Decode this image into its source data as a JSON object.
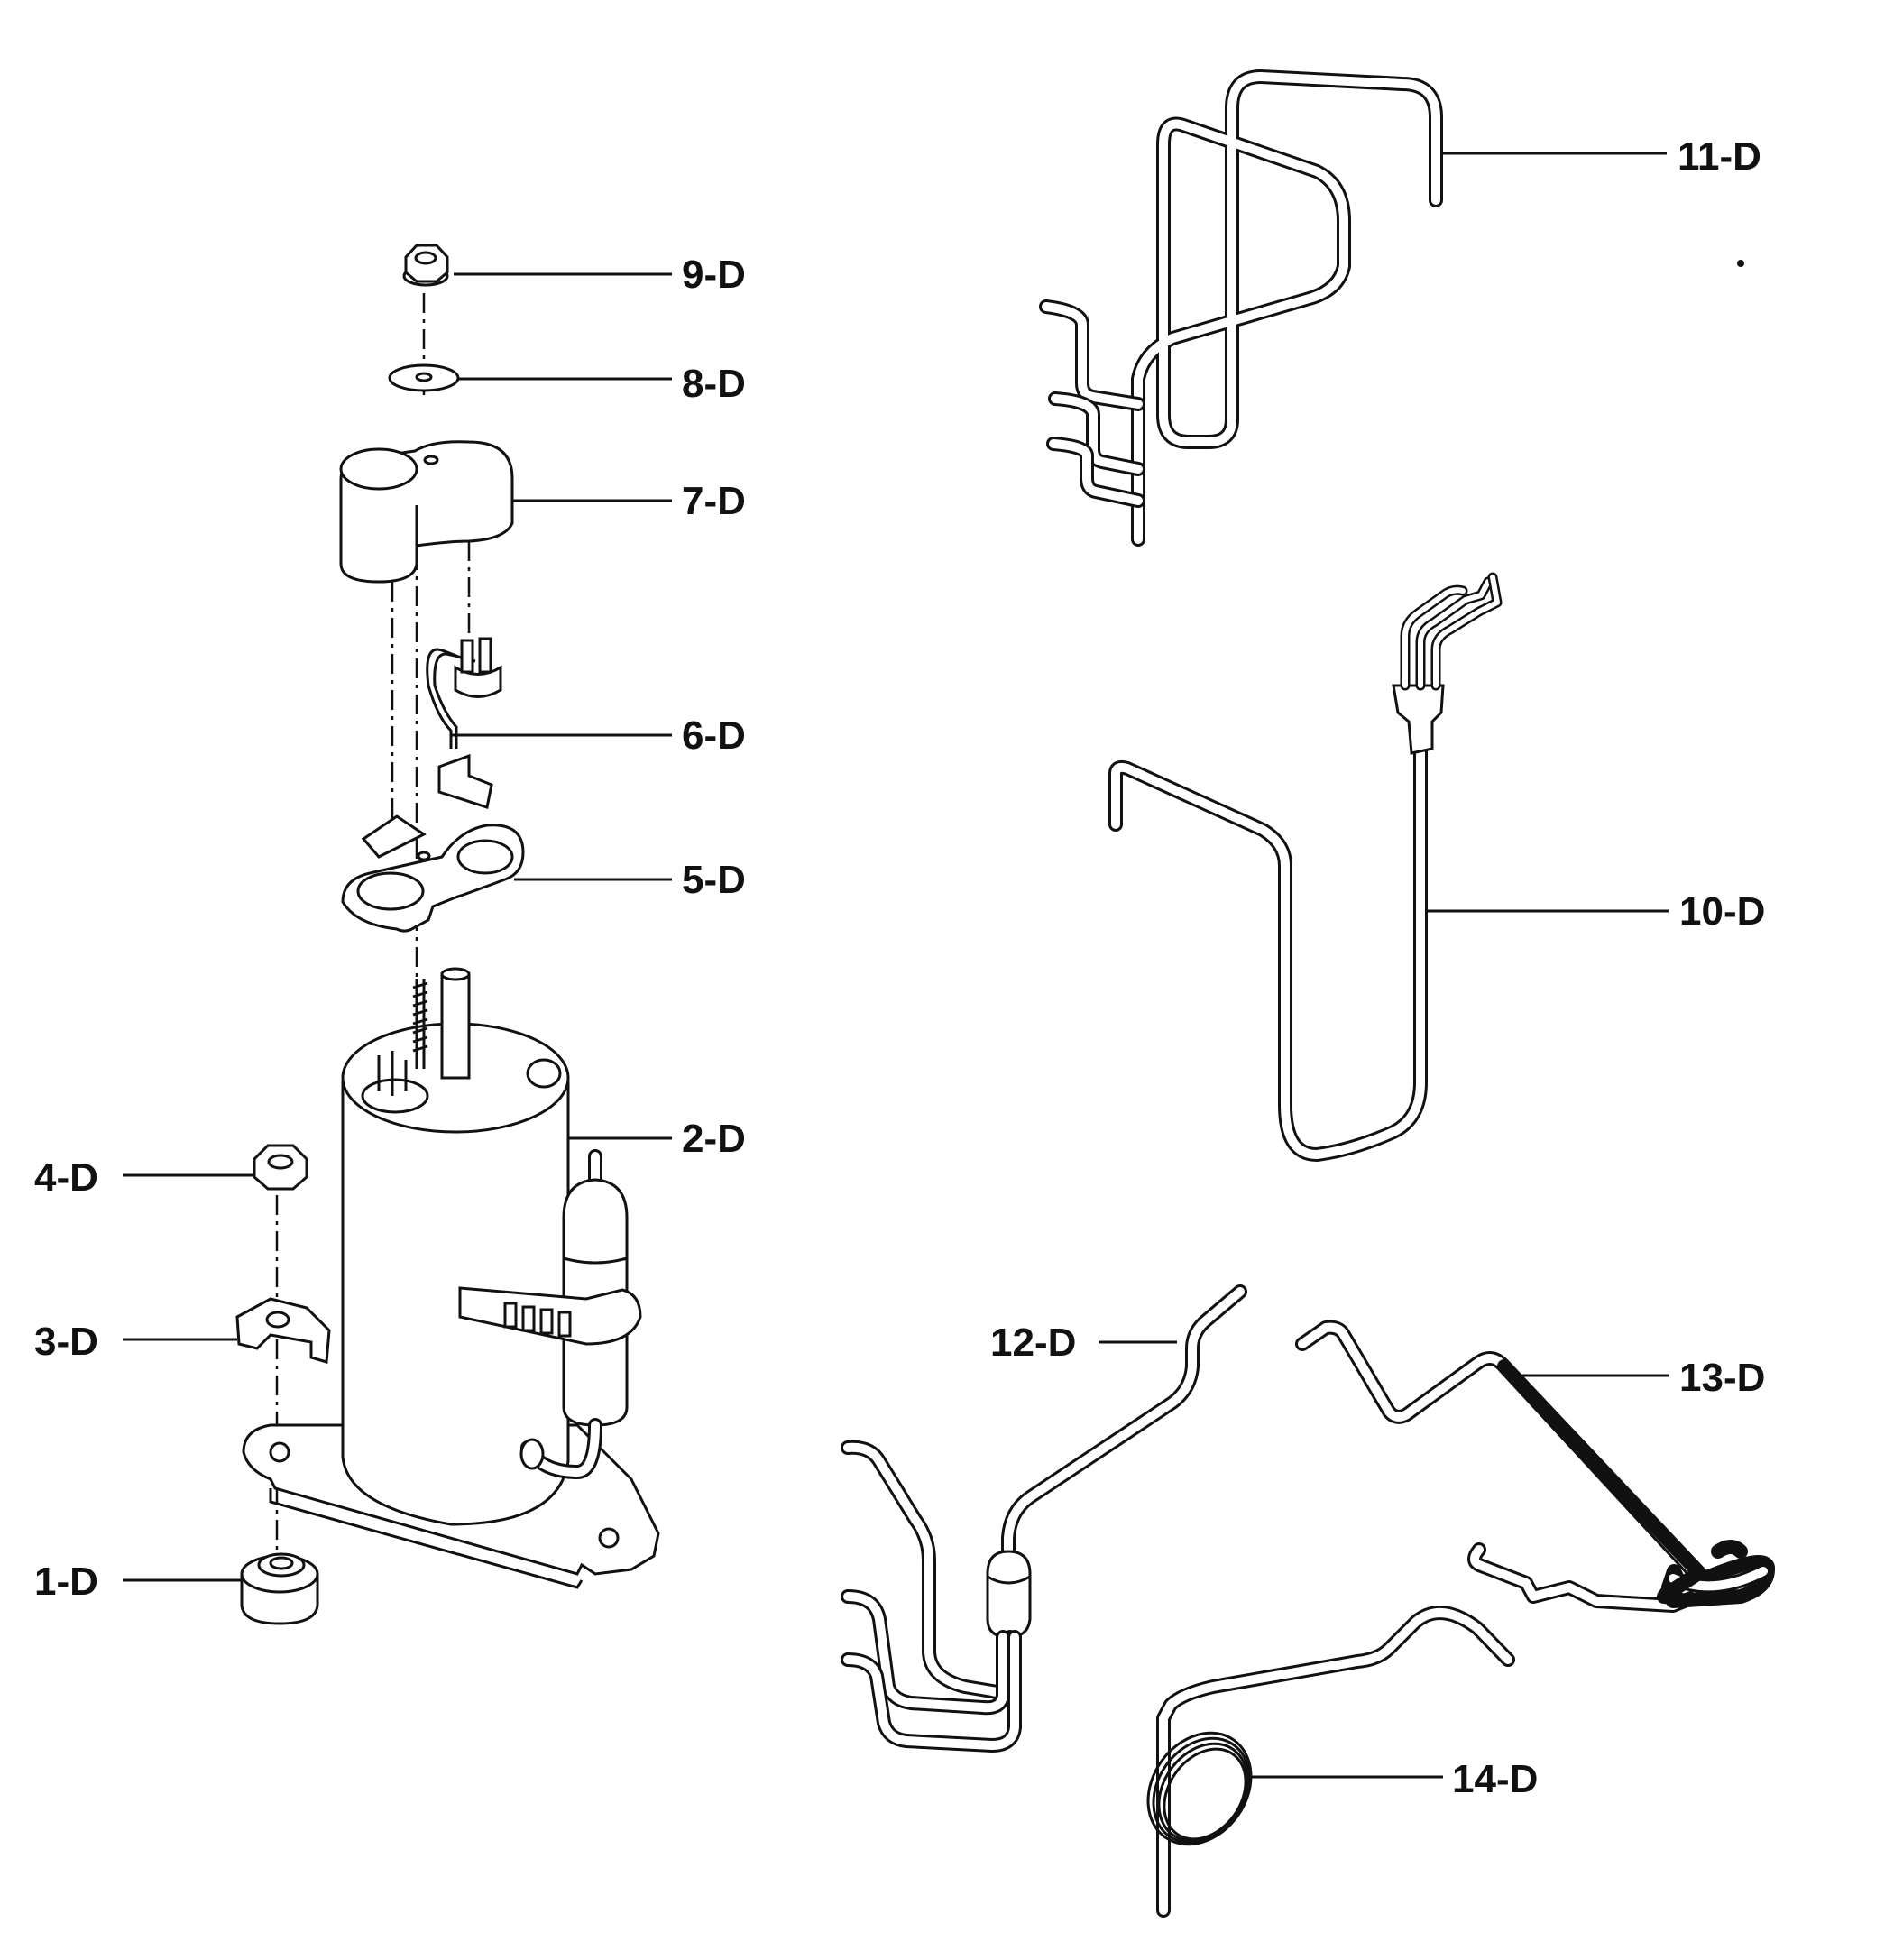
{
  "parts": {
    "p1": "1-D",
    "p2": "2-D",
    "p3": "3-D",
    "p4": "4-D",
    "p5": "5-D",
    "p6": "6-D",
    "p7": "7-D",
    "p8": "8-D",
    "p9": "9-D",
    "p10": "10-D",
    "p11": "11-D",
    "p12": "12-D",
    "p13": "13-D",
    "p14": "14-D"
  }
}
